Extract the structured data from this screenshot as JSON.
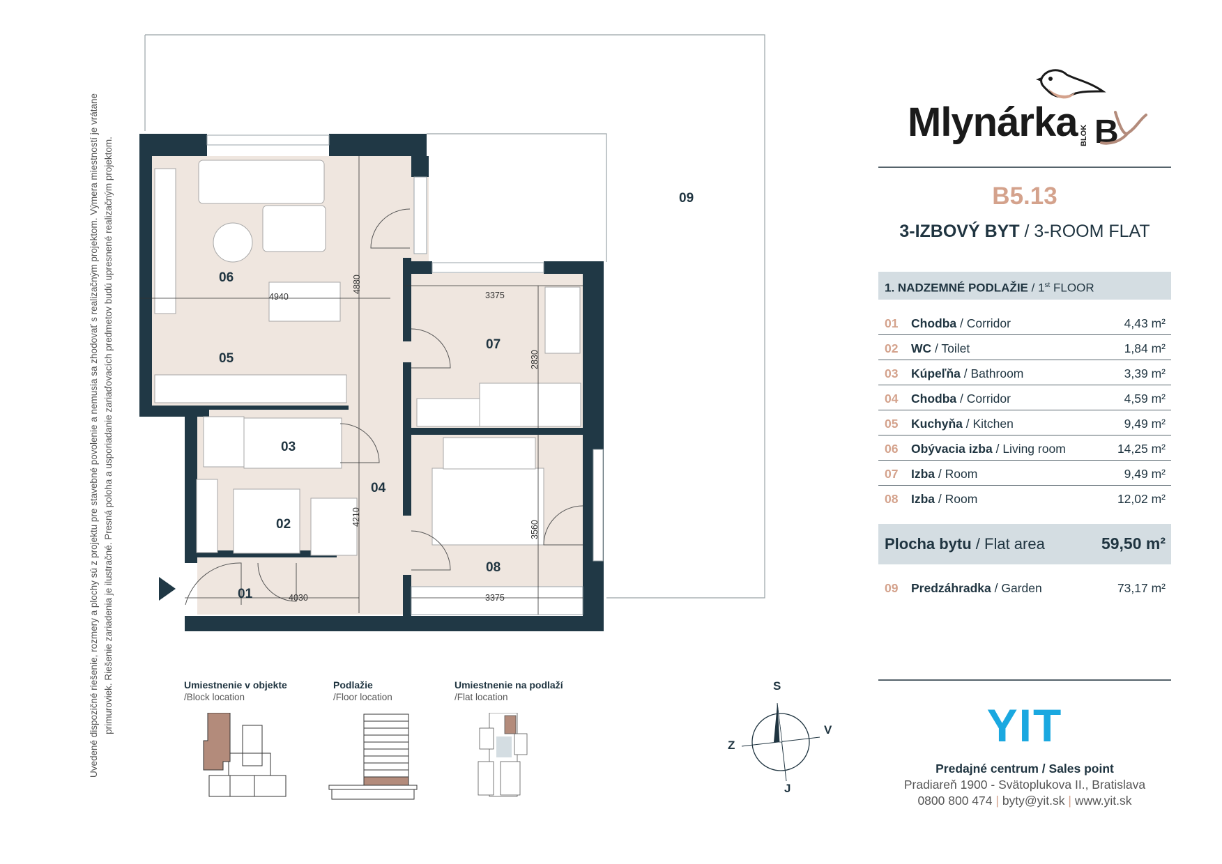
{
  "disclaimer": "Uvedené dispozičné riešenie, rozmery a plochy sú z projektu pre stavebné povolenie a nemusia sa zhodovať s realizačným projektom. Výmera miestností je vrátane primuroviek. Riešenie zariadenia je ilustračné. Presná poloha a usporiadanie zariaďovacích predmetov budú upresnené realizačným projektom.",
  "plan": {
    "room_labels": [
      "01",
      "02",
      "03",
      "04",
      "05",
      "06",
      "07",
      "08",
      "09"
    ],
    "dimensions": [
      "4940",
      "4880",
      "3375",
      "2830",
      "4210",
      "3560",
      "4030",
      "3375"
    ]
  },
  "mini_maps": [
    {
      "title": "Umiestnenie v objekte",
      "subtitle": "/Block location"
    },
    {
      "title": "Podlažie",
      "subtitle": "/Floor location"
    },
    {
      "title": "Umiestnenie na podlaží",
      "subtitle": "/Flat location"
    }
  ],
  "compass": {
    "north": "S",
    "south": "J",
    "east": "V",
    "west": "Z"
  },
  "brand": {
    "logo_text": "Mlynárka",
    "block_word": "BLOK",
    "block_letter": "B",
    "accent_color": "#d4a28c",
    "dark_color": "#1f3440",
    "wall_color": "#203845",
    "floor_color": "#efe6df"
  },
  "flat": {
    "code": "B5.13",
    "type_bold": "3-IZBOVÝ BYT",
    "type_rest": " / 3-ROOM FLAT",
    "floor_bold": "1. NADZEMNÉ PODLAŽIE",
    "floor_rest": " / 1",
    "floor_sup": "st",
    "floor_end": " FLOOR"
  },
  "rooms": [
    {
      "num": "01",
      "name": "Chodba",
      "en": " / Corridor",
      "area": "4,43 m²"
    },
    {
      "num": "02",
      "name": "WC",
      "en": " / Toilet",
      "area": "1,84 m²"
    },
    {
      "num": "03",
      "name": "Kúpeľňa",
      "en": " / Bathroom",
      "area": "3,39 m²"
    },
    {
      "num": "04",
      "name": "Chodba",
      "en": " / Corridor",
      "area": "4,59 m²"
    },
    {
      "num": "05",
      "name": "Kuchyňa",
      "en": " / Kitchen",
      "area": "9,49 m²"
    },
    {
      "num": "06",
      "name": "Obývacia izba",
      "en": " / Living room",
      "area": "14,25 m²"
    },
    {
      "num": "07",
      "name": "Izba",
      "en": " / Room",
      "area": "9,49 m²"
    },
    {
      "num": "08",
      "name": "Izba",
      "en": " / Room",
      "area": "12,02 m²"
    }
  ],
  "total": {
    "label_bold": "Plocha bytu",
    "label_rest": " / Flat area",
    "value": "59,50 m²"
  },
  "garden": {
    "num": "09",
    "name": "Predzáhradka",
    "en": " / Garden",
    "area": "73,17 m²"
  },
  "sales": {
    "heading": "Predajné centrum / Sales point",
    "address": "Pradiareň 1900 - Svätoplukova II., Bratislava",
    "phone": "0800 800 474",
    "email": "byty@yit.sk",
    "web": "www.yit.sk",
    "separator": "|"
  },
  "yit_logo": "YIT"
}
